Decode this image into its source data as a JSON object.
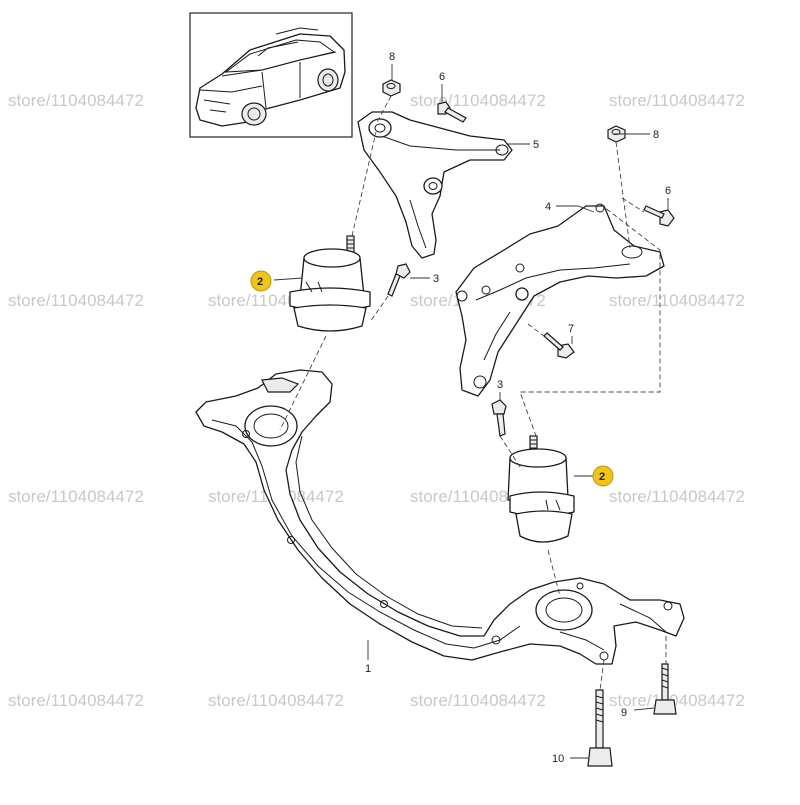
{
  "watermark": {
    "text": "store/1104084472"
  },
  "colors": {
    "highlight": "#f0c419",
    "line": "#1a1a1a",
    "watermark": "#c8c8c8"
  },
  "callouts": {
    "c1": "1",
    "c2a": "2",
    "c2b": "2",
    "c3a": "3",
    "c3b": "3",
    "c4": "4",
    "c5": "5",
    "c6a": "6",
    "c6b": "6",
    "c7": "7",
    "c8a": "8",
    "c8b": "8",
    "c9": "9",
    "c10": "10"
  }
}
